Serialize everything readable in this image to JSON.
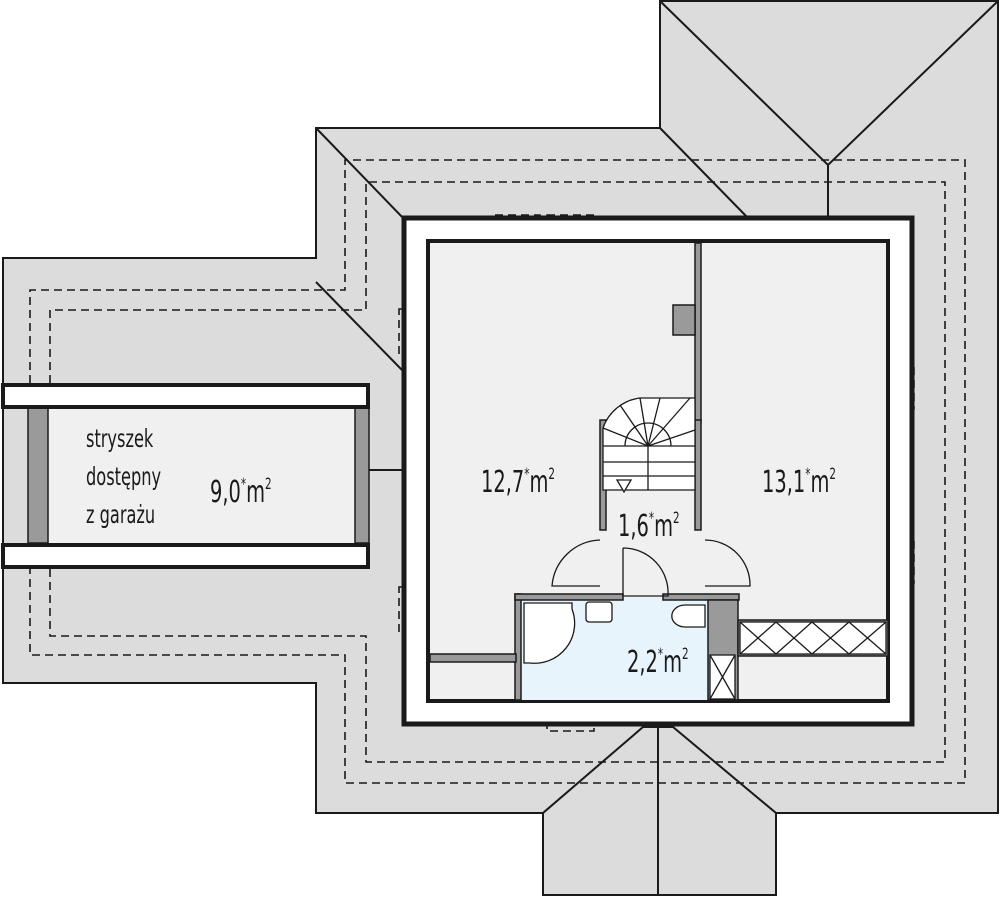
{
  "rooms": [
    {
      "name": "attic-garage",
      "lines": [
        "stryszek",
        "dostępny",
        "z garażu"
      ],
      "area": "9,0",
      "star": "*",
      "unit": "m",
      "exp": "2"
    },
    {
      "name": "room-left",
      "area": "12,7",
      "star": "*",
      "unit": "m",
      "exp": "2"
    },
    {
      "name": "hall",
      "area": "1,6",
      "star": "*",
      "unit": "m",
      "exp": "2"
    },
    {
      "name": "room-right",
      "area": "13,1",
      "star": "*",
      "unit": "m",
      "exp": "2"
    },
    {
      "name": "bathroom",
      "area": "2,2",
      "star": "*",
      "unit": "m",
      "exp": "2"
    }
  ],
  "colors": {
    "roof": "#dcdcdc",
    "room": "#f0f0f0",
    "bathroom": "#e8f4fc",
    "wall": "#9a9a9a",
    "line": "#1a1a1a"
  }
}
